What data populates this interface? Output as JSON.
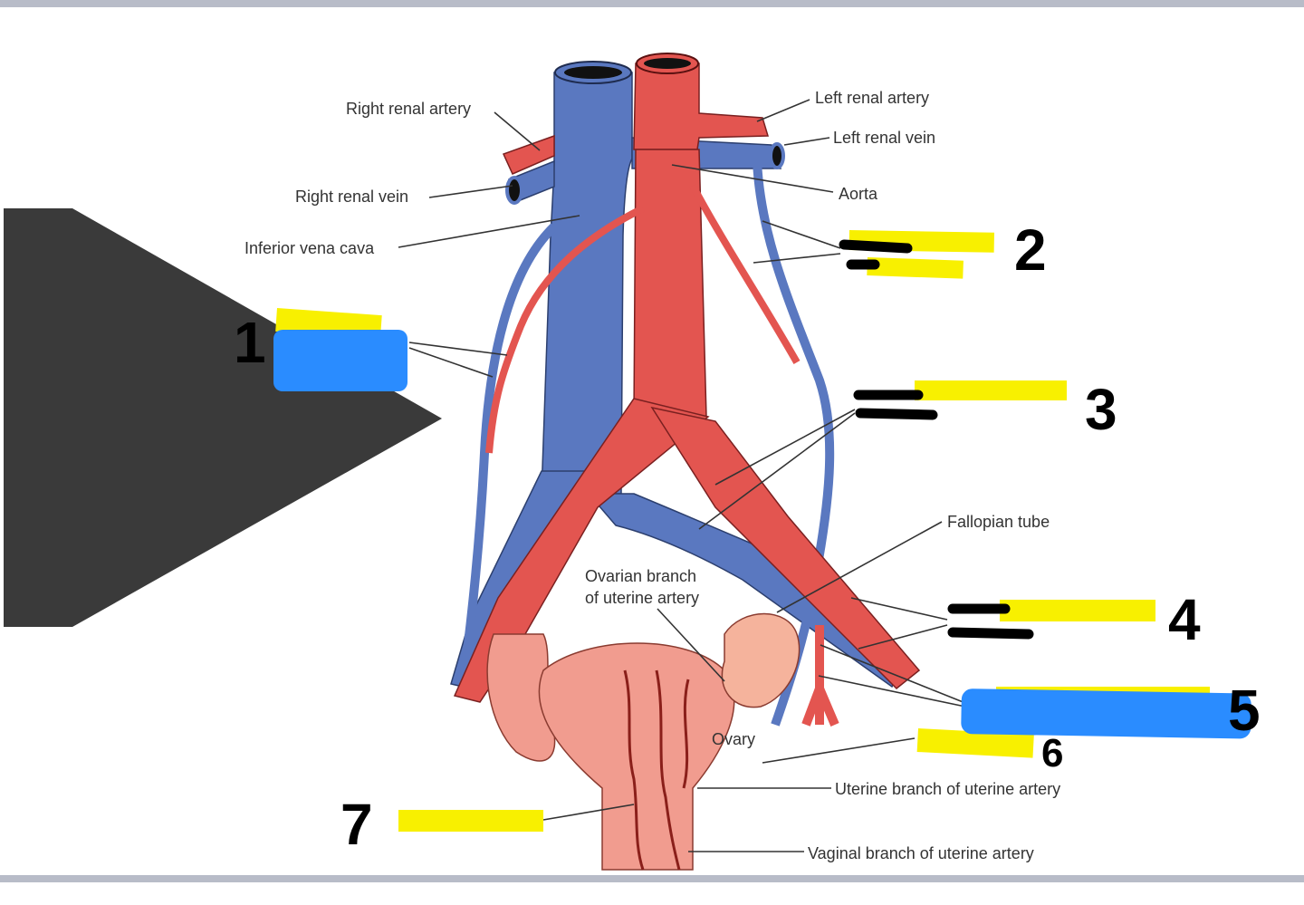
{
  "colors": {
    "vein": "#5a78c0",
    "artery": "#e35550",
    "uterus": "#f19c8f",
    "ovary": "#f5b39c",
    "highlight_yellow": "#f8f000",
    "scribble_blue": "#2a8cff",
    "mask_dark": "#3a3a3a",
    "frame": "#b8bcc8"
  },
  "labels": {
    "right_renal_artery": "Right renal artery",
    "right_renal_vein": "Right renal vein",
    "inferior_vena_cava": "Inferior vena cava",
    "left_renal_artery": "Left renal artery",
    "left_renal_vein": "Left renal vein",
    "aorta": "Aorta",
    "fallopian_tube": "Fallopian tube",
    "ovarian_branch_line1": "Ovarian branch",
    "ovarian_branch_line2": "of uterine artery",
    "ovary": "Ovary",
    "uterine_branch": "Uterine branch of uterine artery",
    "vaginal_branch": "Vaginal branch of uterine artery"
  },
  "numbers": {
    "n1": "1",
    "n2": "2",
    "n3": "3",
    "n4": "4",
    "n5": "5",
    "n6": "6",
    "n7": "7"
  }
}
